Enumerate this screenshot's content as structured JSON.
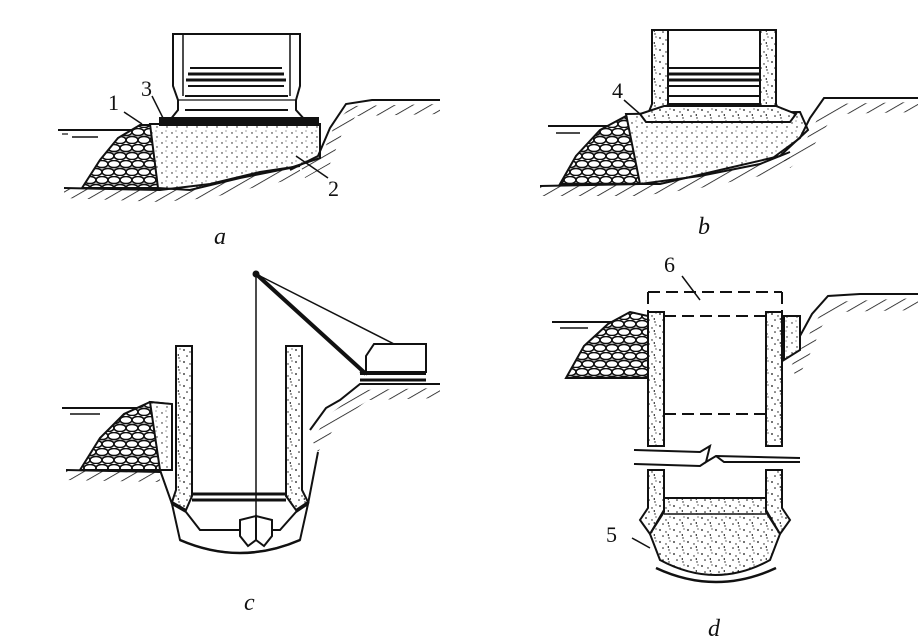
{
  "panels": [
    {
      "id": "a",
      "caption": "a",
      "callouts": [
        "1",
        "3",
        "2"
      ]
    },
    {
      "id": "b",
      "caption": "b",
      "callouts": [
        "4"
      ]
    },
    {
      "id": "c",
      "caption": "c",
      "callouts": []
    },
    {
      "id": "d",
      "caption": "d",
      "callouts": [
        "6",
        "5"
      ]
    }
  ],
  "colors": {
    "ink": "#111111",
    "paper": "#ffffff"
  }
}
